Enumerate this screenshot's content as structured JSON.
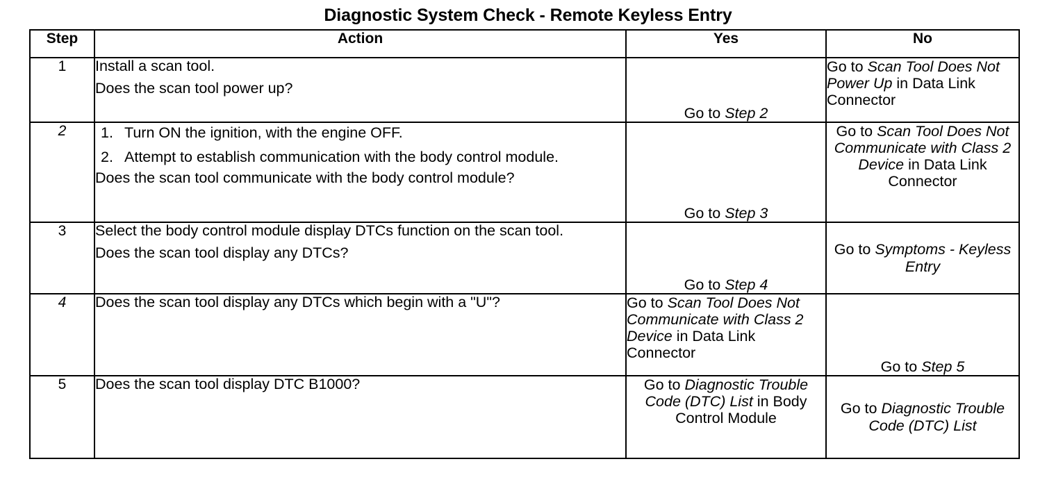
{
  "document": {
    "title": "Diagnostic System Check - Remote Keyless Entry"
  },
  "table": {
    "headers": {
      "step": "Step",
      "action": "Action",
      "yes": "Yes",
      "no": "No"
    },
    "rows": [
      {
        "step": "1",
        "action_lines": [
          "Install a scan tool.",
          "Does the scan tool power up?"
        ],
        "yes": {
          "plain_prefix": "Go to ",
          "italic": "Step 2",
          "plain_suffix": "",
          "full_text": "Go to Step 2"
        },
        "no": {
          "plain_prefix": "Go to ",
          "italic": "Scan Tool Does Not Power Up",
          "plain_suffix": " in Data Link Connector",
          "full_text": "Go to Scan Tool Does Not Power Up in Data Link Connector"
        }
      },
      {
        "step": "2",
        "numbered": [
          {
            "num": "1.",
            "text": "Turn ON the ignition, with the engine OFF."
          },
          {
            "num": "2.",
            "text": "Attempt to establish communication with the body control module."
          }
        ],
        "action_lines": [
          "Does the scan tool communicate with the body control module?"
        ],
        "yes": {
          "plain_prefix": "Go to ",
          "italic": "Step 3",
          "plain_suffix": "",
          "full_text": "Go to Step 3"
        },
        "no": {
          "plain_prefix": "Go to ",
          "italic": "Scan Tool Does Not Communicate with Class 2 Device",
          "plain_suffix": " in Data Link Connector",
          "full_text": "Go to Scan Tool Does Not Communicate with Class 2 Device in Data Link Connector"
        }
      },
      {
        "step": "3",
        "action_lines": [
          "Select the body control module display DTCs function on the scan tool.",
          "Does the scan tool display any DTCs?"
        ],
        "yes": {
          "plain_prefix": "Go to ",
          "italic": "Step 4",
          "plain_suffix": "",
          "full_text": "Go to Step 4"
        },
        "no": {
          "plain_prefix": "Go to ",
          "italic": "Symptoms - Keyless Entry",
          "plain_suffix": "",
          "full_text": "Go to Symptoms - Keyless Entry"
        }
      },
      {
        "step": "4",
        "action_lines": [
          "Does the scan tool display any DTCs which begin with a \"U\"?"
        ],
        "yes": {
          "plain_prefix": "Go to ",
          "italic": "Scan Tool Does Not Communicate with Class 2 Device",
          "plain_suffix": " in Data Link Connector",
          "full_text": "Go to Scan Tool Does Not Communicate with Class 2 Device in Data Link Connector"
        },
        "no": {
          "plain_prefix": "Go to ",
          "italic": "Step 5",
          "plain_suffix": "",
          "full_text": "Go to Step 5"
        }
      },
      {
        "step": "5",
        "action_lines": [
          "Does the scan tool display DTC B1000?"
        ],
        "yes": {
          "plain_prefix": "Go to ",
          "italic": "Diagnostic Trouble Code (DTC) List",
          "plain_suffix": " in Body Control Module",
          "full_text": "Go to Diagnostic Trouble Code (DTC) List in Body Control Module"
        },
        "no": {
          "plain_prefix": "Go to ",
          "italic": "Diagnostic Trouble Code (DTC) List",
          "plain_suffix": "",
          "full_text": "Go to Diagnostic Trouble Code (DTC) List"
        }
      }
    ]
  },
  "colors": {
    "text": "#000000",
    "background": "#ffffff",
    "border": "#000000"
  }
}
